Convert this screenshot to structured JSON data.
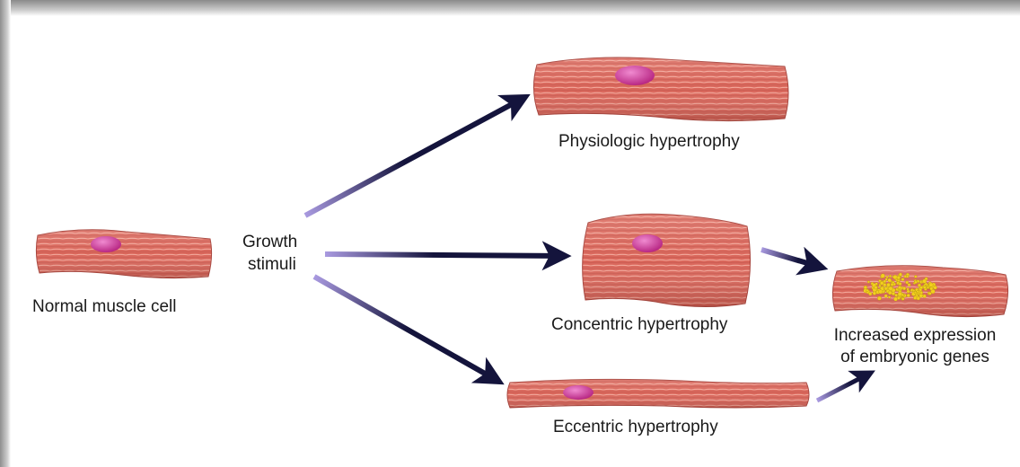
{
  "labels": {
    "normal": "Normal muscle cell",
    "stimuli_line1": "Growth",
    "stimuli_line2": "stimuli",
    "physiologic": "Physiologic hypertrophy",
    "concentric": "Concentric  hypertrophy",
    "eccentric": "Eccentric  hypertrophy",
    "genes_line1": "Increased expression",
    "genes_line2": "of embryonic genes"
  },
  "colors": {
    "cell_fill": "#d9665a",
    "cell_stripe": "#f3a79a",
    "nucleus": "#d0389a",
    "arrow": "#14143c",
    "arrow_tail": "#9a8fd8",
    "granules": "#f2cf1e"
  }
}
